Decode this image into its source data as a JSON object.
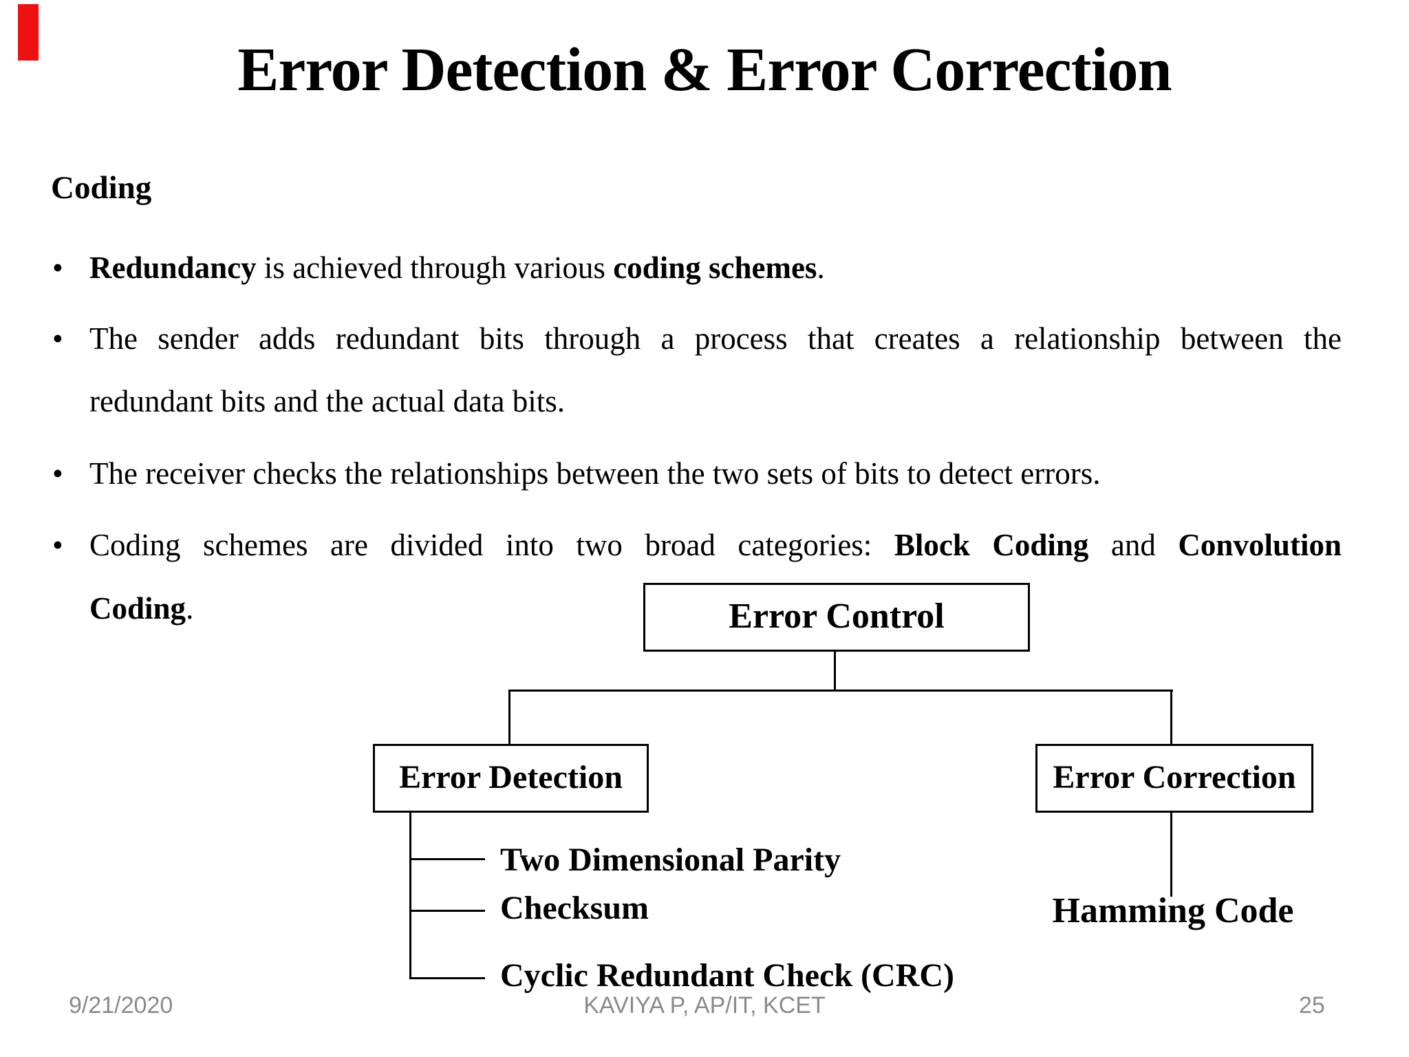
{
  "slide": {
    "accent_red": "#ee1111",
    "title": "Error Detection & Error Correction",
    "heading": "Coding",
    "bullet_char": "•",
    "body_lines": [
      {
        "dot": true,
        "justify": false,
        "segments": [
          {
            "t": "Redundancy",
            "b": 1
          },
          {
            "t": " is achieved through various ",
            "b": 0
          },
          {
            "t": "coding schemes",
            "b": 1
          },
          {
            "t": ".",
            "b": 0
          }
        ]
      },
      {
        "dot": true,
        "justify": true,
        "segments": [
          {
            "t": "The sender adds redundant bits through a process that creates a relationship between the",
            "b": 0
          }
        ]
      },
      {
        "dot": false,
        "justify": false,
        "segments": [
          {
            "t": "redundant bits and the actual data bits.",
            "b": 0
          }
        ]
      },
      {
        "dot": true,
        "justify": false,
        "segments": [
          {
            "t": "The receiver checks the relationships between the two sets of bits to detect errors.",
            "b": 0
          }
        ]
      },
      {
        "dot": true,
        "justify": true,
        "segments": [
          {
            "t": "Coding schemes are divided into two broad categories: ",
            "b": 0
          },
          {
            "t": "Block Coding",
            "b": 1
          },
          {
            "t": " and ",
            "b": 0
          },
          {
            "t": "Convolution",
            "b": 1
          }
        ]
      },
      {
        "dot": false,
        "justify": false,
        "segments": [
          {
            "t": "Coding",
            "b": 1
          },
          {
            "t": ".",
            "b": 0
          }
        ]
      }
    ],
    "diagram": {
      "root": "Error Control",
      "left_child": "Error Detection",
      "right_child": "Error Correction",
      "left_items": [
        "Two Dimensional Parity",
        "Checksum",
        "Cyclic Redundant Check (CRC)"
      ],
      "right_item": "Hamming Code"
    },
    "footer": {
      "date": "9/21/2020",
      "center": "KAVIYA P, AP/IT, KCET",
      "page": "25"
    }
  }
}
